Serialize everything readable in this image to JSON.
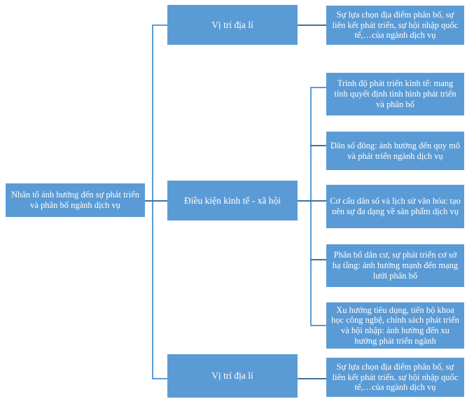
{
  "diagram": {
    "type": "hierarchy-tree",
    "orientation": "left-to-right",
    "colors": {
      "node_fill": "#5B9BD5",
      "node_text": "#FFFFFF",
      "connector": "#41719C",
      "connector_light": "#5B9BD5",
      "background": "#FFFFFF"
    },
    "root": {
      "label": "Nhân tố ảnh hưởng đến sự phát triển và phân bố ngành dịch vụ"
    },
    "branches": [
      {
        "id": "vi-tri-dia-li-top",
        "label": "Vị trí địa lí",
        "children": [
          {
            "id": "vt-top-detail",
            "label": "Sự lựa chọn địa điểm phân bố, sự liên kết phát triển, sự hội nhập quốc tế,…của ngành dịch vụ"
          }
        ]
      },
      {
        "id": "dieu-kien-kinh-te-xa-hoi",
        "label": "Điều kiện kinh tế - xã hội",
        "children": [
          {
            "id": "trinh-do-phat-trien",
            "label": "Trình độ phát triển kinh tế: mang tính quyết định tình hình phát triển và phân bố"
          },
          {
            "id": "dan-so-dong",
            "label": "Dân số đông: ảnh hưởng đến quy mô và phát triển ngành dịch vụ"
          },
          {
            "id": "co-cau-dan-so",
            "label": "Cơ cấu dân số và lịch sử văn hóa: tạo nên sự đa dạng về sản phẩm dịch vụ"
          },
          {
            "id": "phan-bo-dan-cu",
            "label": "Phân bố dân cư, sự phát triển cơ sở hạ tầng: ảnh hưởng mạnh đến mạng lưới phân bố"
          },
          {
            "id": "xu-huong-tieu-dung",
            "label": "Xu hướng tiêu dụng, tiến bộ khoa học công nghệ, chính sách phát triển và hội nhập: ảnh hưởng đến xu hướng phát triển ngành"
          }
        ]
      },
      {
        "id": "vi-tri-dia-li-bottom",
        "label": "Vị trí địa lí",
        "children": [
          {
            "id": "vt-bottom-detail",
            "label": "Sự lựa chọn địa điểm phân bố, sự liên kết phát triển, sự hội nhập quốc tế,…của ngành dịch vụ"
          }
        ]
      }
    ]
  }
}
